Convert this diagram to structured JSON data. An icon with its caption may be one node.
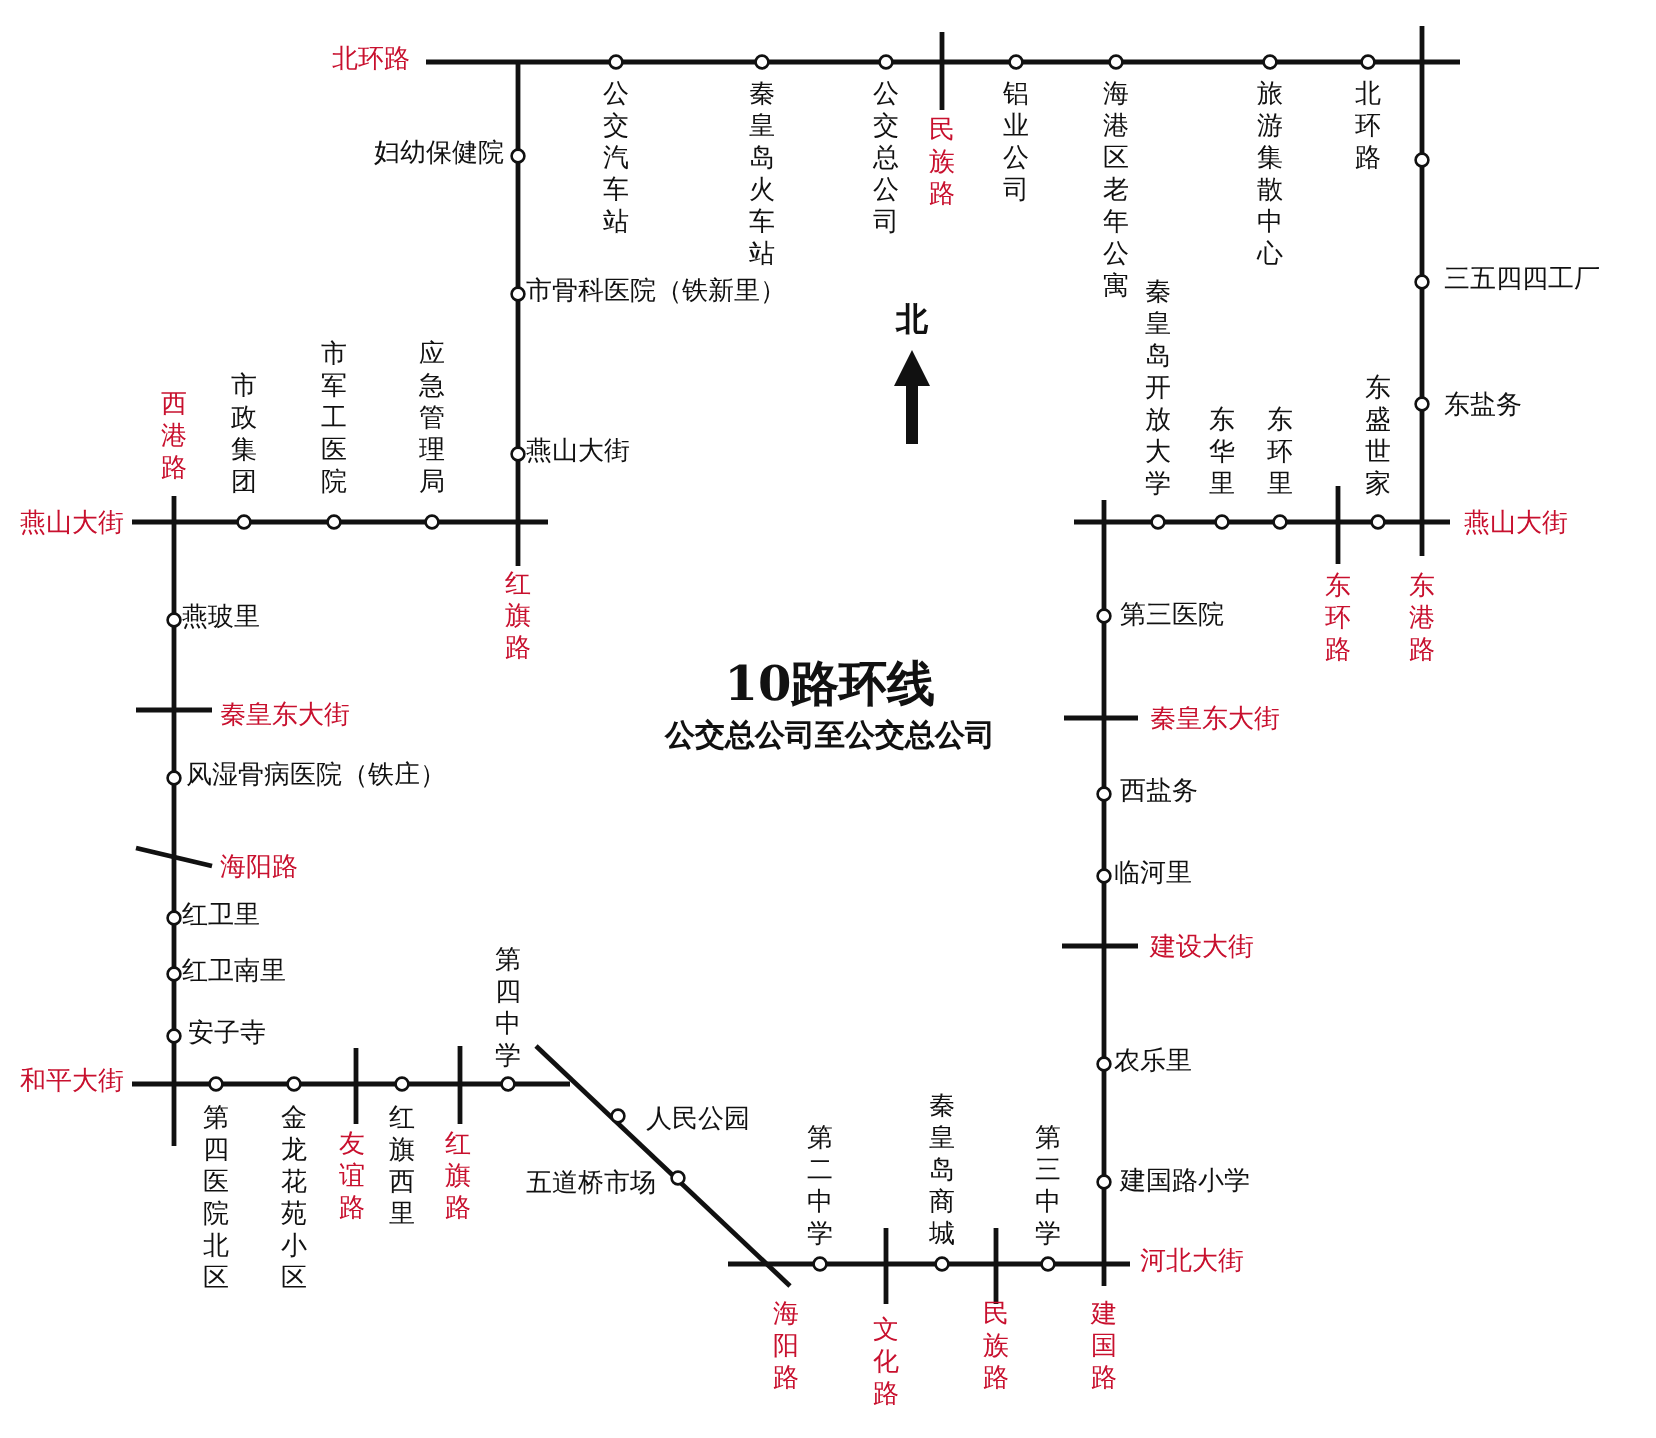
{
  "diagram": {
    "title": "10路环线",
    "labels": [
      "北环路",
      "公交汽车站",
      "秦皇岛火车站",
      "公交总公司",
      "民族路",
      "铝业公司",
      "海港区老年公寓",
      "旅游集散中心",
      "北环路",
      "妇幼保健院",
      "三五四四工厂",
      "东盐务",
      "北",
      "市政集团",
      "市军工医院",
      "应急管理局",
      "市骨科医院（铁新里）",
      "燕山大街",
      "西港路",
      "秦皇岛开放大学",
      "东华里",
      "东环里",
      "东盛世家",
      "燕山大街",
      "燕山大街",
      "红旗路",
      "东环路",
      "东港路",
      "燕玻里",
      "第三医院",
      "公交总公司至公交总公司",
      "秦皇东大街",
      "秦皇东大街",
      "风湿骨病医院（铁庄）",
      "西盐务",
      "海阳路",
      "临河里",
      "红卫里",
      "建设大街",
      "红卫南里",
      "第四中学",
      "秦皇岛商城",
      "安子寺",
      "和平大街",
      "农乐里",
      "人民公园",
      "五道桥市场",
      "第二中学",
      "第三中学",
      "建国路小学",
      "第四医院北区",
      "金龙花苑小区",
      "友谊路",
      "红旗西里",
      "红旗路",
      "河北大街",
      "海阳路",
      "文化路",
      "民族路",
      "建国路"
    ]
  }
}
